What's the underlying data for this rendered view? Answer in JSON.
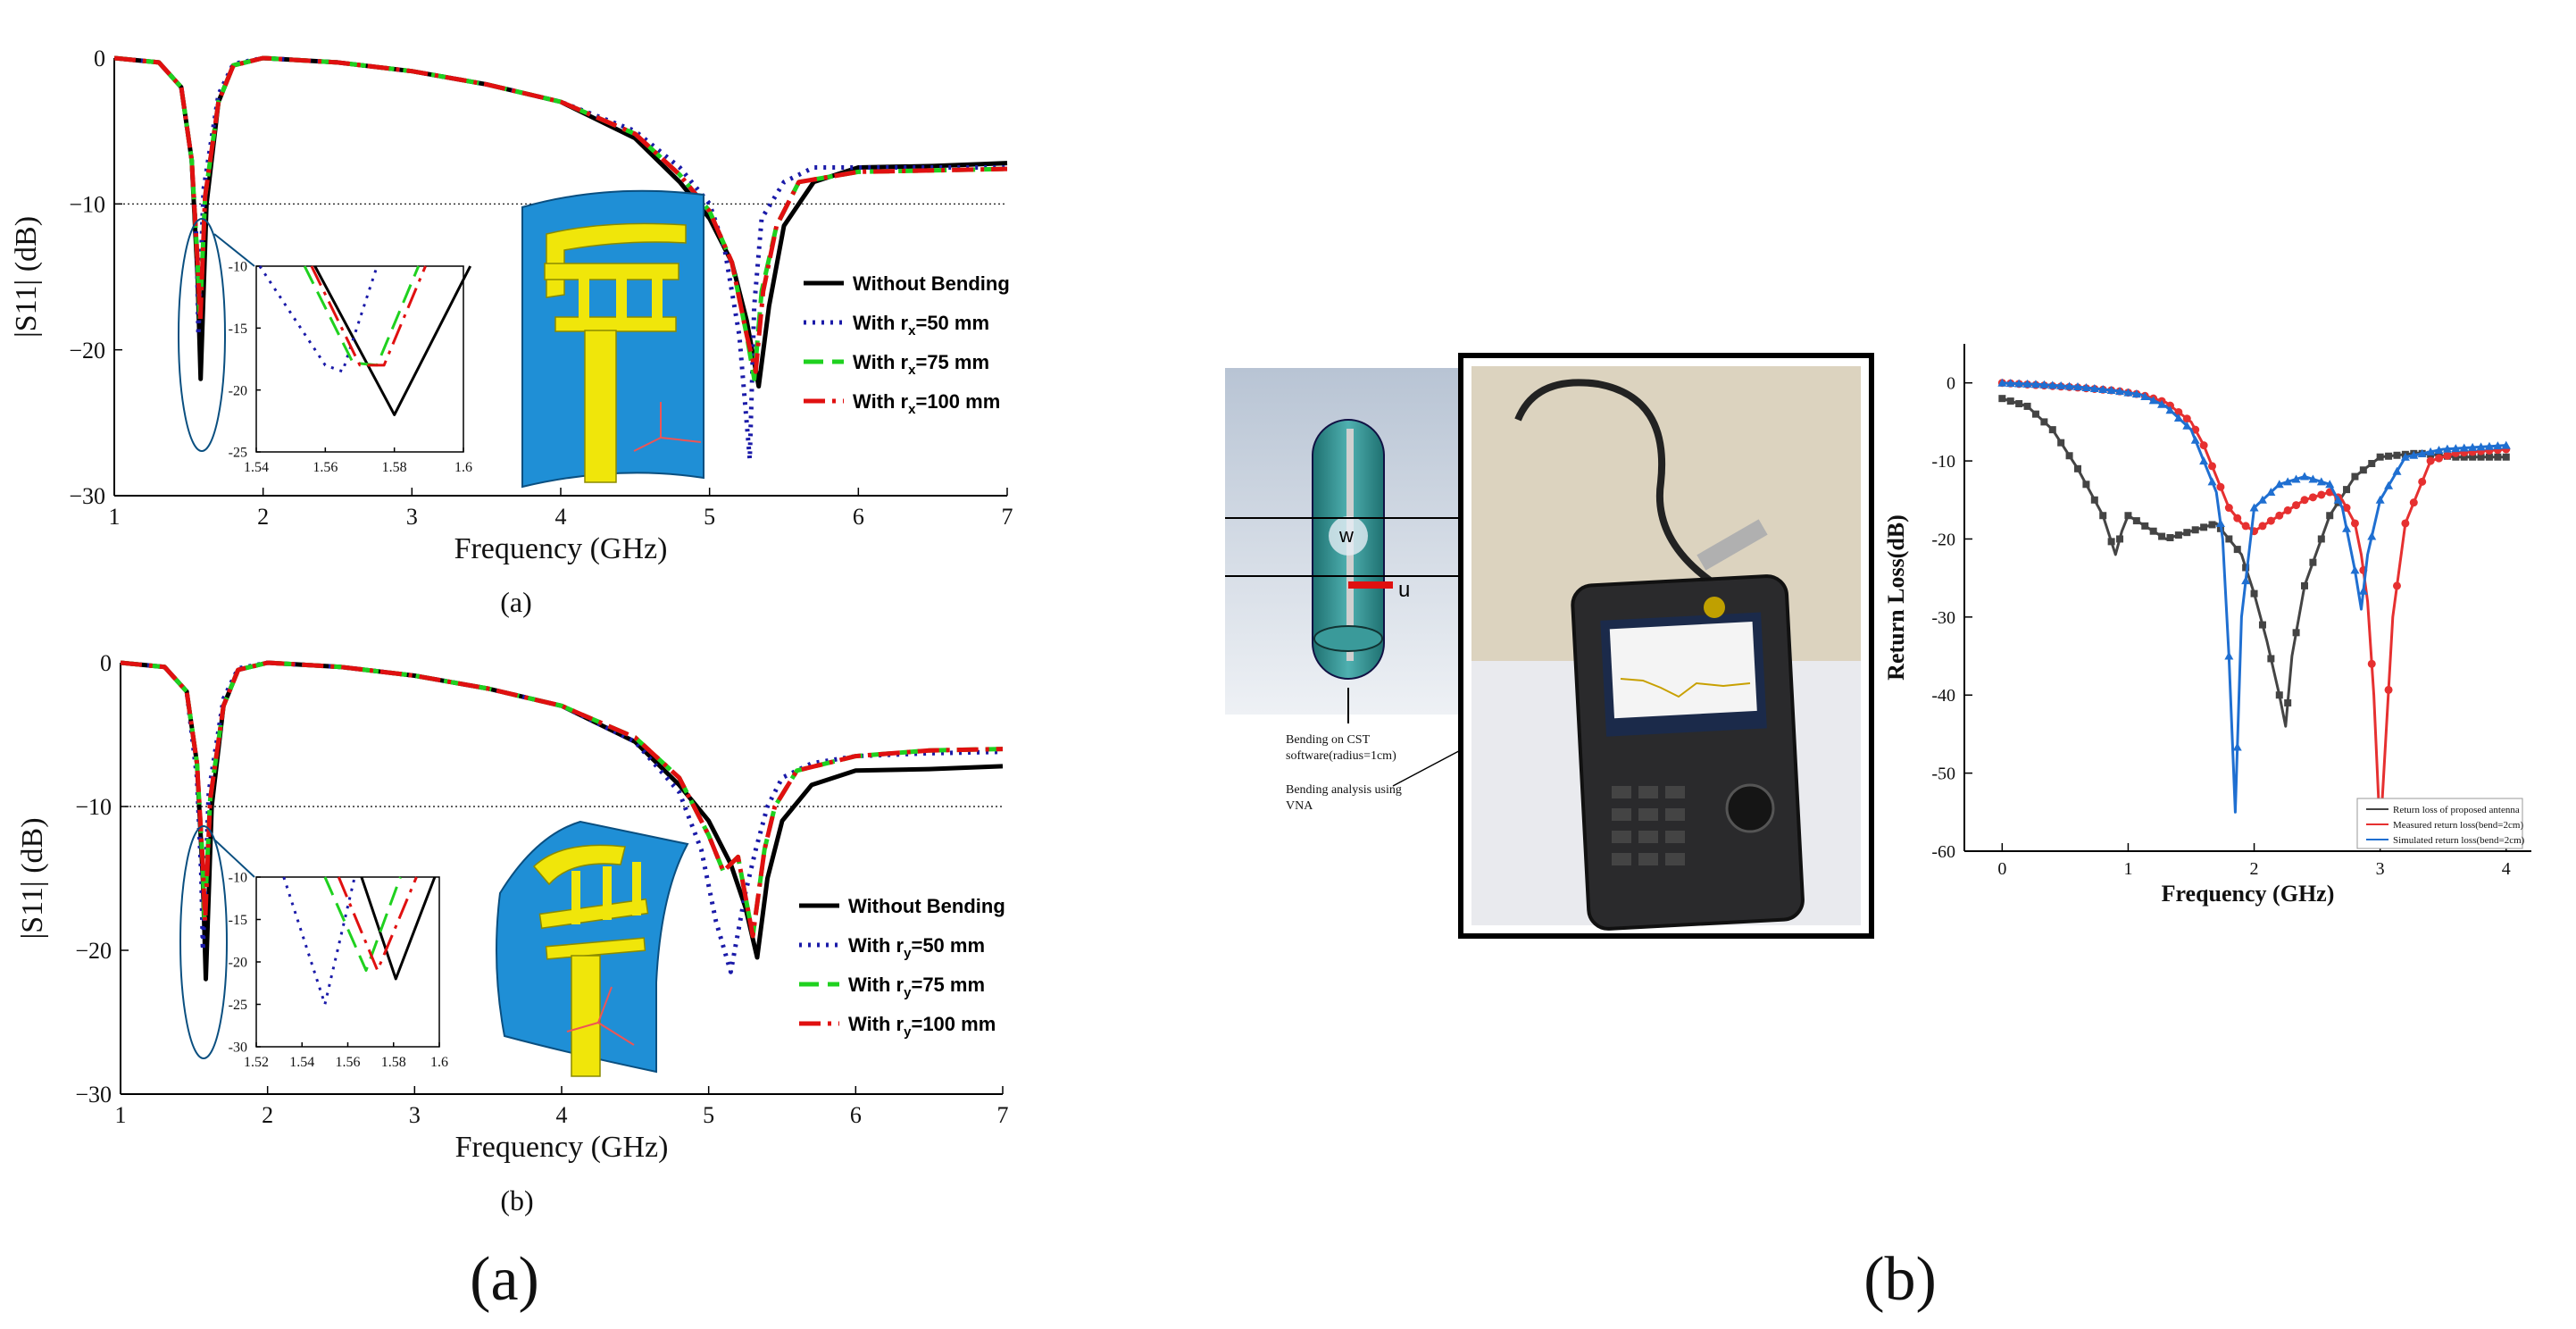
{
  "chart_data": [
    {
      "id": "a1",
      "type": "line",
      "xlabel": "Frequency (GHz)",
      "ylabel": "|S11| (dB)",
      "xlim": [
        1,
        7
      ],
      "ylim": [
        -30,
        0
      ],
      "xticks": [
        "1",
        "2",
        "3",
        "4",
        "5",
        "6",
        "7"
      ],
      "yticks": [
        "0",
        "−10",
        "−20",
        "−30"
      ],
      "reference_line": -10,
      "caption": "(a)",
      "legend": [
        "Without Bending",
        "With r",
        "With r",
        "With r"
      ],
      "legend_suffix": [
        "",
        "=50 mm",
        "=75 mm",
        "=100 mm"
      ],
      "legend_sub": "x",
      "series": [
        {
          "name": "Without Bending",
          "color": "#000000",
          "dash": "solid",
          "x": [
            1,
            1.3,
            1.45,
            1.52,
            1.56,
            1.58,
            1.62,
            1.7,
            1.8,
            2.0,
            2.5,
            3.0,
            3.5,
            4.0,
            4.5,
            4.8,
            5.0,
            5.15,
            5.25,
            5.33,
            5.4,
            5.5,
            5.7,
            6.0,
            6.5,
            7.0
          ],
          "y": [
            0,
            -0.3,
            -2,
            -7,
            -15,
            -22,
            -10,
            -3,
            -0.5,
            0,
            -0.3,
            -0.9,
            -1.8,
            -3,
            -5.5,
            -8.5,
            -11,
            -14,
            -18,
            -22.5,
            -17,
            -11.5,
            -8.5,
            -7.5,
            -7.4,
            -7.2
          ]
        },
        {
          "name": "With r_x=50 mm",
          "color": "#1a1aa8",
          "dash": "dot",
          "x": [
            1,
            1.3,
            1.45,
            1.52,
            1.555,
            1.565,
            1.6,
            1.7,
            1.8,
            2.0,
            2.5,
            3.0,
            3.5,
            4.0,
            4.5,
            4.8,
            5.0,
            5.1,
            5.2,
            5.27,
            5.3,
            5.35,
            5.5,
            5.7,
            6.0,
            6.5,
            7.0
          ],
          "y": [
            0,
            -0.3,
            -2,
            -7,
            -13,
            -19,
            -9,
            -2.5,
            -0.4,
            0,
            -0.3,
            -0.9,
            -1.8,
            -3,
            -5,
            -7.5,
            -10,
            -13,
            -19,
            -27.5,
            -17,
            -11,
            -8.5,
            -7.5,
            -7.5,
            -7.5,
            -7.5
          ]
        },
        {
          "name": "With r_x=75 mm",
          "color": "#1fd11f",
          "dash": "dash",
          "x": [
            1,
            1.3,
            1.45,
            1.52,
            1.56,
            1.575,
            1.61,
            1.7,
            1.8,
            2.0,
            2.5,
            3.0,
            3.5,
            4.0,
            4.5,
            4.8,
            5.0,
            5.15,
            5.25,
            5.3,
            5.35,
            5.45,
            5.6,
            6.0,
            6.5,
            7.0
          ],
          "y": [
            0,
            -0.3,
            -2,
            -7,
            -14,
            -18,
            -9.5,
            -3,
            -0.5,
            0,
            -0.3,
            -0.9,
            -1.8,
            -3,
            -5.2,
            -8,
            -10.5,
            -14,
            -19,
            -22,
            -16,
            -11.5,
            -8.5,
            -7.8,
            -7.7,
            -7.6
          ]
        },
        {
          "name": "With r_x=100 mm",
          "color": "#e01010",
          "dash": "dashdot",
          "x": [
            1,
            1.3,
            1.45,
            1.52,
            1.56,
            1.578,
            1.61,
            1.7,
            1.8,
            2.0,
            2.5,
            3.0,
            3.5,
            4.0,
            4.5,
            4.8,
            5.0,
            5.15,
            5.25,
            5.31,
            5.36,
            5.45,
            5.6,
            6.0,
            6.5,
            7.0
          ],
          "y": [
            0,
            -0.3,
            -2,
            -7,
            -14,
            -18,
            -9.5,
            -3,
            -0.5,
            0,
            -0.3,
            -0.9,
            -1.8,
            -3,
            -5.2,
            -8,
            -10.5,
            -14,
            -19,
            -21.5,
            -16,
            -11.5,
            -8.5,
            -7.8,
            -7.7,
            -7.6
          ]
        }
      ]
    },
    {
      "id": "a1_inset",
      "type": "line",
      "xlim": [
        1.54,
        1.6
      ],
      "ylim": [
        -25,
        -10
      ],
      "xticks": [
        "1.54",
        "1.56",
        "1.58",
        "1.6"
      ],
      "yticks": [
        "-10",
        "-15",
        "-20",
        "-25"
      ],
      "series": [
        {
          "name": "Without Bending",
          "color": "#000000",
          "dash": "solid",
          "x": [
            1.557,
            1.58,
            1.602
          ],
          "y": [
            -10,
            -22,
            -10
          ]
        },
        {
          "name": "With r_x=50 mm",
          "color": "#1a1aa8",
          "dash": "dot",
          "x": [
            1.541,
            1.56,
            1.565,
            1.575
          ],
          "y": [
            -10,
            -18,
            -18.5,
            -10
          ]
        },
        {
          "name": "With r_x=75 mm",
          "color": "#1fd11f",
          "dash": "dash",
          "x": [
            1.554,
            1.568,
            1.575,
            1.587
          ],
          "y": [
            -10,
            -17.8,
            -18,
            -10
          ]
        },
        {
          "name": "With r_x=100 mm",
          "color": "#e01010",
          "dash": "dashdot",
          "x": [
            1.556,
            1.57,
            1.577,
            1.589
          ],
          "y": [
            -10,
            -18,
            -18,
            -10
          ]
        }
      ]
    },
    {
      "id": "a2",
      "type": "line",
      "xlabel": "Frequency (GHz)",
      "ylabel": "|S11| (dB)",
      "xlim": [
        1,
        7
      ],
      "ylim": [
        -30,
        0
      ],
      "xticks": [
        "1",
        "2",
        "3",
        "4",
        "5",
        "6",
        "7"
      ],
      "yticks": [
        "0",
        "−10",
        "−20",
        "−30"
      ],
      "reference_line": -10,
      "caption": "(b)",
      "legend": [
        "Without Bending",
        "With r",
        "With r",
        "With r"
      ],
      "legend_suffix": [
        "",
        "=50 mm",
        "=75 mm",
        "=100 mm"
      ],
      "legend_sub": "y",
      "series": [
        {
          "name": "Without Bending",
          "color": "#000000",
          "dash": "solid",
          "x": [
            1,
            1.3,
            1.45,
            1.52,
            1.56,
            1.58,
            1.62,
            1.7,
            1.8,
            2.0,
            2.5,
            3.0,
            3.5,
            4.0,
            4.5,
            4.8,
            5.0,
            5.15,
            5.25,
            5.33,
            5.4,
            5.5,
            5.7,
            6.0,
            6.5,
            7.0
          ],
          "y": [
            0,
            -0.3,
            -2,
            -7,
            -15,
            -22,
            -10,
            -3,
            -0.5,
            0,
            -0.3,
            -0.9,
            -1.8,
            -3,
            -5.5,
            -8.5,
            -11,
            -14,
            -17,
            -20.5,
            -15,
            -11,
            -8.5,
            -7.5,
            -7.4,
            -7.2
          ]
        },
        {
          "name": "With r_y=50 mm",
          "color": "#1a1aa8",
          "dash": "dot",
          "x": [
            1,
            1.3,
            1.45,
            1.52,
            1.55,
            1.56,
            1.6,
            1.7,
            1.8,
            2.0,
            2.5,
            3.0,
            3.5,
            4.0,
            4.5,
            4.8,
            4.95,
            5.05,
            5.15,
            5.25,
            5.32,
            5.4,
            5.5,
            5.7,
            6.0,
            6.5,
            7.0
          ],
          "y": [
            0,
            -0.3,
            -2,
            -8,
            -15,
            -20,
            -9,
            -2.5,
            -0.4,
            0,
            -0.3,
            -0.9,
            -1.8,
            -3,
            -5.5,
            -9,
            -13,
            -18,
            -21.5,
            -16,
            -13,
            -10,
            -8,
            -7,
            -6.5,
            -6.3,
            -6.2
          ]
        },
        {
          "name": "With r_y=75 mm",
          "color": "#1fd11f",
          "dash": "dash",
          "x": [
            1,
            1.3,
            1.45,
            1.52,
            1.56,
            1.57,
            1.61,
            1.7,
            1.8,
            2.0,
            2.5,
            3.0,
            3.5,
            4.0,
            4.5,
            4.8,
            5.0,
            5.1,
            5.2,
            5.3,
            5.38,
            5.45,
            5.6,
            6.0,
            6.5,
            7.0
          ],
          "y": [
            0,
            -0.3,
            -2,
            -7,
            -14,
            -18,
            -9.5,
            -3,
            -0.5,
            0,
            -0.3,
            -0.9,
            -1.8,
            -3,
            -5.2,
            -8,
            -12,
            -14.5,
            -13.5,
            -19,
            -13,
            -10,
            -7.5,
            -6.5,
            -6.1,
            -6.0
          ]
        },
        {
          "name": "With r_y=100 mm",
          "color": "#e01010",
          "dash": "dashdot",
          "x": [
            1,
            1.3,
            1.45,
            1.52,
            1.56,
            1.575,
            1.61,
            1.7,
            1.8,
            2.0,
            2.5,
            3.0,
            3.5,
            4.0,
            4.5,
            4.8,
            5.0,
            5.1,
            5.2,
            5.3,
            5.38,
            5.45,
            5.6,
            6.0,
            6.5,
            7.0
          ],
          "y": [
            0,
            -0.3,
            -2,
            -7,
            -14,
            -18,
            -9.5,
            -3,
            -0.5,
            0,
            -0.3,
            -0.9,
            -1.8,
            -3,
            -5.2,
            -8,
            -12,
            -14.5,
            -13.5,
            -19,
            -13,
            -10,
            -7.5,
            -6.5,
            -6.1,
            -6.0
          ]
        }
      ]
    },
    {
      "id": "a2_inset",
      "type": "line",
      "xlim": [
        1.52,
        1.6
      ],
      "ylim": [
        -30,
        -10
      ],
      "xticks": [
        "1.52",
        "1.54",
        "1.56",
        "1.58",
        "1.6"
      ],
      "yticks": [
        "-10",
        "-15",
        "-20",
        "-25",
        "-30"
      ],
      "series": [
        {
          "name": "Without Bending",
          "color": "#000000",
          "dash": "solid",
          "x": [
            1.566,
            1.581,
            1.598
          ],
          "y": [
            -10,
            -22,
            -10
          ]
        },
        {
          "name": "With r_y=50 mm",
          "color": "#1a1aa8",
          "dash": "dot",
          "x": [
            1.532,
            1.55,
            1.563
          ],
          "y": [
            -10,
            -25,
            -10
          ]
        },
        {
          "name": "With r_y=75 mm",
          "color": "#1fd11f",
          "dash": "dash",
          "x": [
            1.55,
            1.568,
            1.583
          ],
          "y": [
            -10,
            -21,
            -10
          ]
        },
        {
          "name": "With r_y=100 mm",
          "color": "#e01010",
          "dash": "dashdot",
          "x": [
            1.556,
            1.573,
            1.59
          ],
          "y": [
            -10,
            -21,
            -10
          ]
        }
      ]
    },
    {
      "id": "b",
      "type": "line",
      "xlabel": "Frequency (GHz)",
      "ylabel": "Return Loss(dB)",
      "xlim": [
        -0.3,
        4.2
      ],
      "ylim": [
        -60,
        5
      ],
      "xticks": [
        "0",
        "1",
        "2",
        "3",
        "4"
      ],
      "yticks": [
        "0",
        "-10",
        "-20",
        "-30",
        "-40",
        "-50",
        "-60"
      ],
      "legend": [
        "Return loss of proposed antenna",
        "Measured return loss(bend=2cm)",
        "Simulated return loss(bend=2cm)"
      ],
      "series": [
        {
          "name": "Return loss of proposed antenna",
          "color": "#444444",
          "marker": "square",
          "x": [
            0,
            0.2,
            0.4,
            0.6,
            0.8,
            0.9,
            0.95,
            1.0,
            1.1,
            1.3,
            1.5,
            1.7,
            1.9,
            2.0,
            2.1,
            2.2,
            2.25,
            2.3,
            2.4,
            2.6,
            2.8,
            3.0,
            3.3,
            3.6,
            4.0
          ],
          "y": [
            -2,
            -3,
            -6,
            -11,
            -17,
            -22,
            -19,
            -17,
            -18,
            -20,
            -19,
            -18,
            -22,
            -27,
            -33,
            -40,
            -44,
            -35,
            -26,
            -17,
            -12,
            -9.5,
            -9,
            -9.5,
            -9.5
          ]
        },
        {
          "name": "Measured return loss(bend=2cm)",
          "color": "#e63030",
          "marker": "circle",
          "x": [
            0,
            0.3,
            0.6,
            0.9,
            1.1,
            1.3,
            1.5,
            1.6,
            1.7,
            1.8,
            1.9,
            2.0,
            2.2,
            2.4,
            2.6,
            2.7,
            2.8,
            2.85,
            2.9,
            2.95,
            3.0,
            3.1,
            3.2,
            3.4,
            3.6,
            4.0
          ],
          "y": [
            0,
            -0.3,
            -0.6,
            -1,
            -1.5,
            -2.5,
            -5,
            -8,
            -12,
            -16,
            -18,
            -19,
            -17,
            -15,
            -14,
            -15,
            -18,
            -22,
            -28,
            -40,
            -58,
            -30,
            -18,
            -10,
            -9,
            -8.5
          ]
        },
        {
          "name": "Simulated return loss(bend=2cm)",
          "color": "#1f6fd1",
          "marker": "triangle",
          "x": [
            0,
            0.3,
            0.6,
            0.9,
            1.1,
            1.3,
            1.5,
            1.6,
            1.7,
            1.75,
            1.8,
            1.85,
            1.9,
            2.0,
            2.2,
            2.4,
            2.6,
            2.7,
            2.8,
            2.85,
            2.9,
            3.0,
            3.2,
            3.5,
            4.0
          ],
          "y": [
            0,
            -0.2,
            -0.5,
            -1,
            -1.5,
            -3,
            -6,
            -10,
            -14,
            -20,
            -35,
            -55,
            -30,
            -16,
            -13,
            -12,
            -13,
            -16,
            -24,
            -29,
            -22,
            -15,
            -9.5,
            -8.5,
            -8
          ]
        }
      ]
    }
  ],
  "captions": {
    "left": "(a)",
    "right": "(b)"
  },
  "photo_labels": {
    "u_axis": "u",
    "w_axis": "w",
    "cst_label_1": "Bending on CST",
    "cst_label_2": "software(radius=1cm)",
    "vna_label_1": "Bending analysis using",
    "vna_label_2": "VNA"
  },
  "colors": {
    "antenna_blue": "#1f8fd6",
    "antenna_yellow": "#f0e60a",
    "cylinder_teal": "#2a8f8f"
  }
}
